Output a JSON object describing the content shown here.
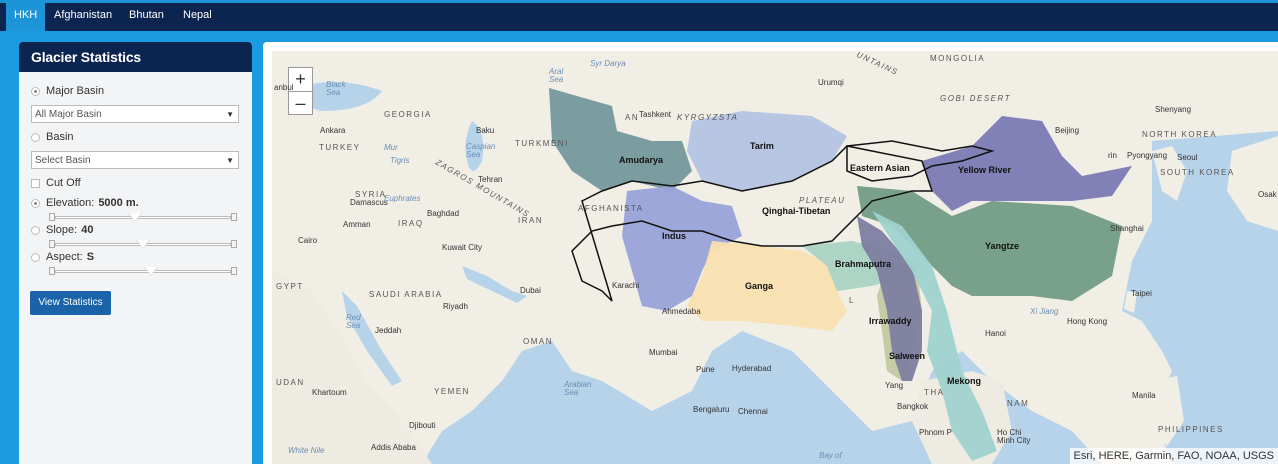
{
  "nav": {
    "tabs": [
      {
        "label": "HKH",
        "active": true
      },
      {
        "label": "Afghanistan"
      },
      {
        "label": "Bhutan"
      },
      {
        "label": "Nepal"
      }
    ]
  },
  "panel": {
    "title": "Glacier Statistics",
    "major_basin_label": "Major Basin",
    "major_basin_select": "All Major Basin",
    "basin_label": "Basin",
    "basin_select": "Select Basin",
    "cutoff_label": "Cut Off",
    "elevation_label": "Elevation:",
    "elevation_value": "5000 m.",
    "elevation_level": 0.45,
    "slope_label": "Slope:",
    "slope_value": "40",
    "slope_level": 0.5,
    "aspect_label": "Aspect:",
    "aspect_value": "S",
    "aspect_level": 0.55,
    "button": "View Statistics"
  },
  "map": {
    "zoom_in": "+",
    "zoom_out": "–",
    "attribution": "Esri, HERE, Garmin, FAO, NOAA, USGS",
    "basins": [
      "Amudarya",
      "Tarim",
      "Eastern Asian",
      "Yellow River",
      "Qinghai-Tibetan",
      "Indus",
      "Yangtze",
      "Brahmaputra",
      "Ganga",
      "Irrawaddy",
      "Salween",
      "Mekong"
    ],
    "countries": [
      "MONGOLIA",
      "GOBI DESERT",
      "NORTH KOREA",
      "SOUTH KOREA",
      "GEORGIA",
      "TURKEY",
      "TURKMENI",
      "SYRIA",
      "IRAQ",
      "IRAN",
      "AFGHANISTA",
      "SAUDI ARABIA",
      "OMAN",
      "YEMEN",
      "GYPT",
      "UDAN",
      "PHILIPPINES",
      "NAM",
      "THA",
      "PLATEAU",
      "ZAGROS MOUNTAINS",
      "AN",
      "KYRGYZSTA",
      "UNTAINS",
      "L"
    ],
    "cities": [
      "Urumqi",
      "Beijing",
      "Shenyang",
      "Pyongyang",
      "Seoul",
      "Osak",
      "Shanghai",
      "Taipei",
      "Hong Kong",
      "Hanoi",
      "Manila",
      "Bangkok",
      "Phnom P",
      "Ho Chi Minh City",
      "Tashkent",
      "Baku",
      "Ankara",
      "Tehran",
      "Damascus",
      "Amman",
      "Baghdad",
      "Cairo",
      "Kuwait City",
      "Riyadh",
      "Dubai",
      "Jeddah",
      "Ahmedaba",
      "Mumbai",
      "Pune",
      "Hyderabad",
      "Bengaluru",
      "Chennai",
      "Khartoum",
      "Djibouti",
      "Addis Ababa",
      "anbul",
      "rin",
      "Yang",
      "Karachi"
    ],
    "seas": [
      "Black Sea",
      "Aral Sea",
      "Caspian Sea",
      "Red Sea",
      "Arabian Sea",
      "Bay of",
      "Syr Darya",
      "Mur",
      "Tigris",
      "Euphrates",
      "Xi Jiang",
      "White Nile"
    ]
  }
}
